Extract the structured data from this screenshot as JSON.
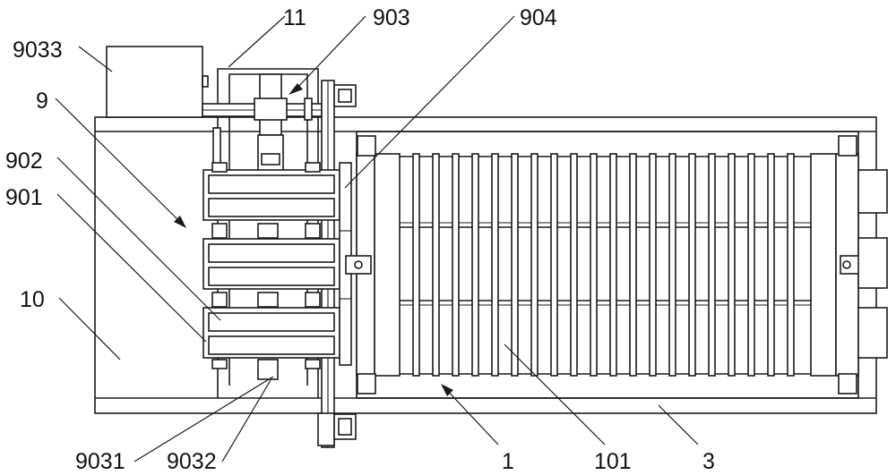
{
  "labels": {
    "l9033": "9033",
    "l11": "11",
    "l903": "903",
    "l904": "904",
    "l9": "9",
    "l902": "902",
    "l901": "901",
    "l10": "10",
    "l9031": "9031",
    "l9032": "9032",
    "l1": "1",
    "l101": "101",
    "l3": "3"
  }
}
